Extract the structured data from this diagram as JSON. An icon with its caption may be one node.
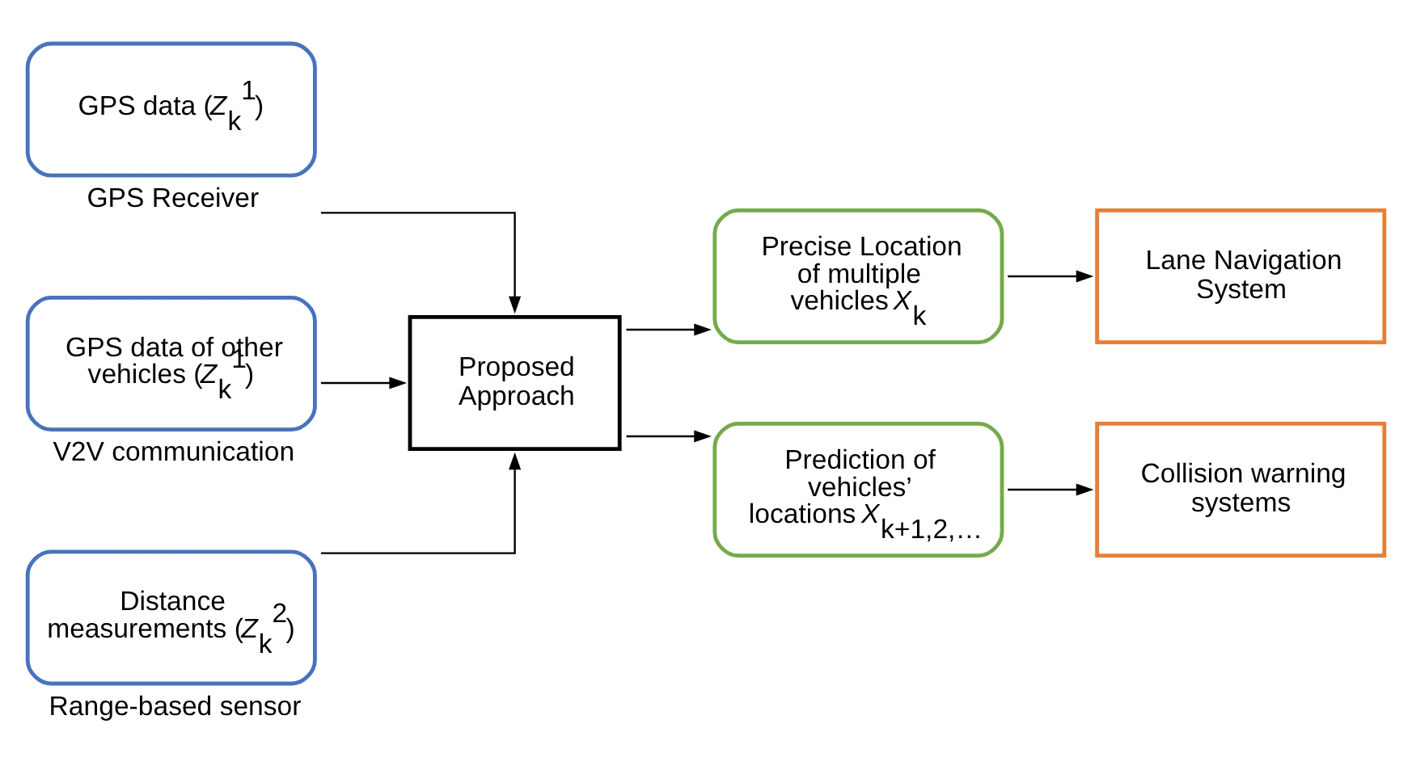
{
  "diagram": {
    "nodes": [
      {
        "text": [
          "GPS data (*Z*$_{k}$$^{1}$)"
        ],
        "beside": [
          "GPS Receiver"
        ]
      },
      {
        "text": [
          "GPS data of other vehicles (*Z*$_{k}$$^{1}$)"
        ],
        "beside": [
          "V2V communication"
        ]
      },
      {
        "text": [
          "Distance measurements (*Z*$_{k}$$^{2}$)"
        ],
        "beside": [
          "Range-based sensor"
        ]
      },
      {
        "text": [
          "Proposed Approach"
        ]
      },
      {
        "text": [
          "Precise Location of multiple vehicles *X*$_{k}$"
        ]
      },
      {
        "text": [
          "Prediction of vehicles’ locations *X*$_{k+1,2,…}$"
        ]
      },
      {
        "text": [
          "Lane Navigation System"
        ]
      },
      {
        "text": [
          "Collision warning systems"
        ]
      }
    ],
    "edges": [
      {
        "from": 0,
        "to": 3,
        "arrow": "to"
      },
      {
        "from": 1,
        "to": 3,
        "arrow": "to"
      },
      {
        "from": 2,
        "to": 3,
        "arrow": "to"
      },
      {
        "from": 3,
        "to": 4,
        "arrow": "to"
      },
      {
        "from": 3,
        "to": 5,
        "arrow": "to"
      },
      {
        "from": 4,
        "to": 6,
        "arrow": "to"
      },
      {
        "from": 5,
        "to": 7,
        "arrow": "to"
      }
    ]
  }
}
